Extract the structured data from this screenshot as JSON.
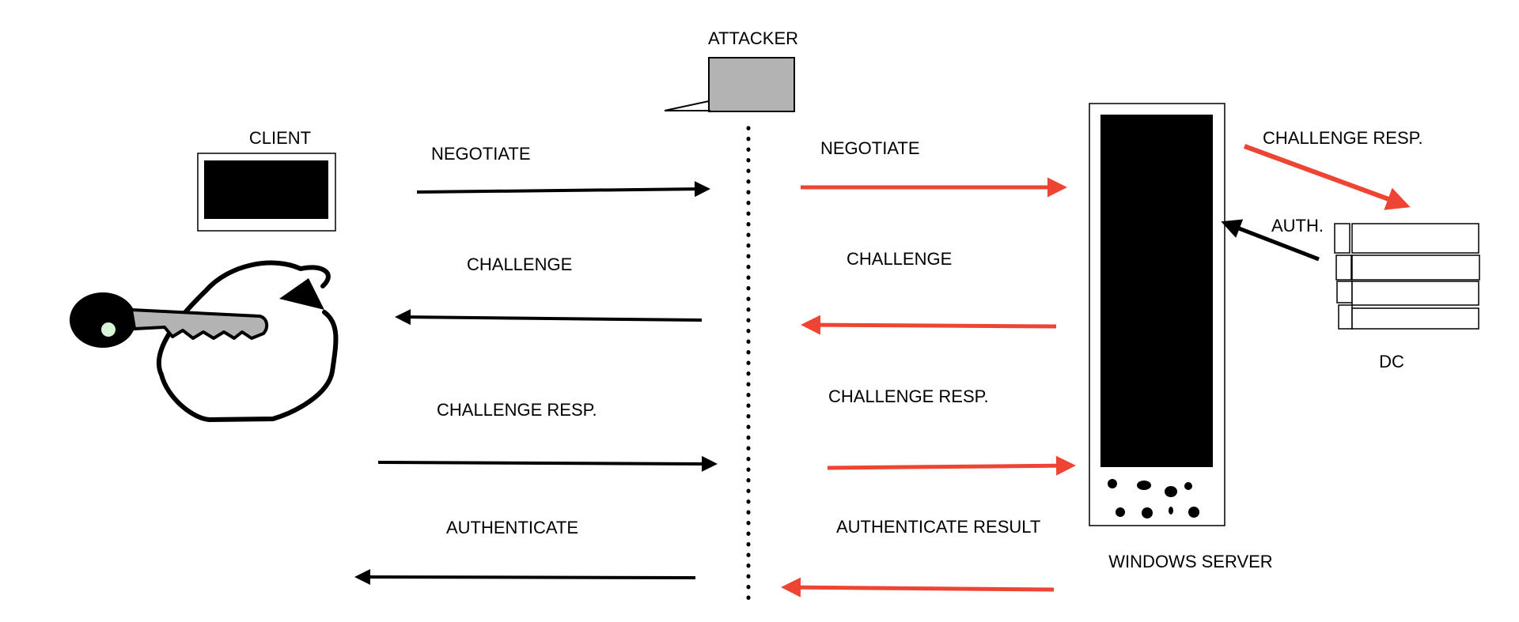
{
  "colors": {
    "black": "#000000",
    "red": "#ee4433",
    "gray": "#b3b3b3",
    "key_hole": "#d7f5d7"
  },
  "nodes": {
    "attacker": "ATTACKER",
    "client": "CLIENT",
    "dc": "DC",
    "server": "WINDOWS SERVER"
  },
  "icons": {
    "attacker": "laptop-icon",
    "client": "monitor-icon",
    "key": "key-icon",
    "server": "server-tower-icon",
    "dc": "server-rack-icon"
  },
  "left_messages": {
    "negotiate": "NEGOTIATE",
    "challenge": "CHALLENGE",
    "challenge_resp": "CHALLENGE RESP.",
    "authenticate": "AUTHENTICATE"
  },
  "right_messages": {
    "negotiate": "NEGOTIATE",
    "challenge": "CHALLENGE",
    "challenge_resp": "CHALLENGE RESP.",
    "authenticate_result": "AUTHENTICATE RESULT"
  },
  "dc_messages": {
    "challenge_resp": "CHALLENGE RESP.",
    "auth": "AUTH."
  }
}
